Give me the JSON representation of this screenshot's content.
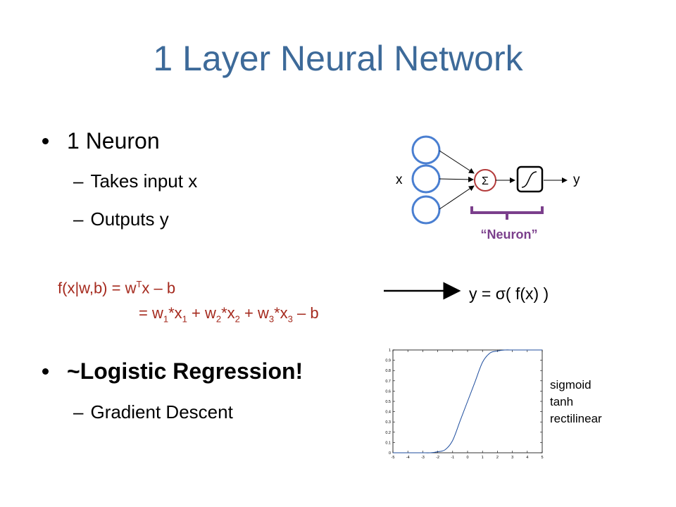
{
  "slide": {
    "title": "1 Layer Neural Network",
    "bullet1": "1 Neuron",
    "sub1": "Takes input x",
    "sub2": "Outputs y",
    "bullet2": "~Logistic Regression!",
    "sub3": "Gradient Descent",
    "dash": "–"
  },
  "formula": {
    "line1_prefix": "f(x|w,b) = w",
    "line1_sup": "T",
    "line1_suffix": "x – b",
    "line2": [
      {
        "t": "= w",
        "sub": "1"
      },
      {
        "t": "*x",
        "sub": "1"
      },
      {
        "t": " + w",
        "sub": "2"
      },
      {
        "t": "*x",
        "sub": "2"
      },
      {
        "t": " + w",
        "sub": "3"
      },
      {
        "t": "*x",
        "sub": "3"
      },
      {
        "t": " – b",
        "sub": ""
      }
    ],
    "output_eq": "y = σ( f(x) )"
  },
  "diagram": {
    "x_label": "x",
    "y_label": "y",
    "sum_symbol": "Σ",
    "neuron_label": "“Neuron”"
  },
  "activations": [
    "sigmoid",
    "tanh",
    "rectilinear"
  ],
  "chart_data": {
    "type": "line",
    "function": "sigmoid",
    "x": [
      -5,
      -4.5,
      -4,
      -3.5,
      -3,
      -2.5,
      -2,
      -1.5,
      -1,
      -0.5,
      0,
      0.5,
      1,
      1.5,
      2,
      2.5,
      3,
      3.5,
      4,
      4.5,
      5
    ],
    "series": [
      {
        "values": [
          0,
          0,
          0,
          0,
          0,
          0,
          0.01,
          0.03,
          0.12,
          0.31,
          0.5,
          0.69,
          0.88,
          0.97,
          0.99,
          1,
          1,
          1,
          1,
          1,
          1
        ]
      }
    ],
    "xlim": [
      -5,
      5
    ],
    "ylim": [
      0,
      1
    ],
    "xticks": [
      "-5",
      "-4",
      "-3",
      "-2",
      "-1",
      "0",
      "1",
      "2",
      "3",
      "4",
      "5"
    ],
    "yticks": [
      "0",
      "0.1",
      "0.2",
      "0.3",
      "0.4",
      "0.5",
      "0.6",
      "0.7",
      "0.8",
      "0.9",
      "1"
    ],
    "grid": false,
    "line_color": "#1f4e9e"
  },
  "colors": {
    "title": "#3d6a99",
    "formula": "#a52a1e",
    "neuron_accent": "#7b3f8c",
    "input_node": "#4a7fd1",
    "sum_node": "#b33a3a"
  }
}
